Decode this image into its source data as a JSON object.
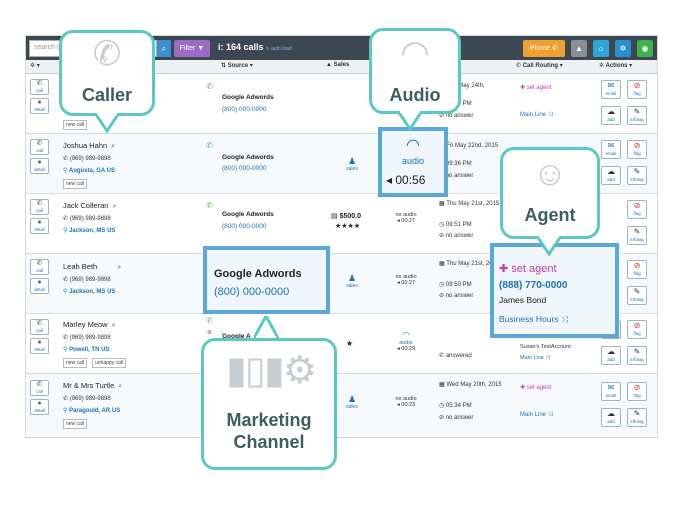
{
  "topbar": {
    "search_placeholder": "search c",
    "filter_label": "Filter",
    "call_count_prefix": "i:",
    "call_count": "164 calls",
    "auto_load": "auto load",
    "phone_label": "Phone"
  },
  "header": {
    "source": "Source",
    "sales": "Sales",
    "call_routing": "Call Routing",
    "actions": "Actions"
  },
  "labels": {
    "call": "call",
    "detail": "detail",
    "email": "email",
    "flag": "flag",
    "add": "add",
    "infolog": "infolog",
    "sales": "sales",
    "no_audio": "no audio",
    "audio": "audio"
  },
  "rows": [
    {
      "name": "",
      "phone": "",
      "location": "",
      "tags": [
        "new call"
      ],
      "source": "Google Adwords",
      "source_phone": "(800) 000-0000",
      "date": "Thu May 24th,",
      "time": "01:43 PM",
      "status": "no answer",
      "routing": "set agent",
      "routing_line": "Main Line"
    },
    {
      "name": "Joshua Hahn",
      "phone": "(969) 989-9898",
      "location": "Augusta, GA US",
      "tags": [
        "new call"
      ],
      "source": "Google Adwords",
      "source_phone": "(800) 000-0000",
      "date": "Fri May 22nd, 2015",
      "time": "09:36 PM",
      "status": "no answer"
    },
    {
      "name": "Jack Colleran",
      "phone": "(969) 989-9898",
      "location": "Jackson, MS US",
      "tags": [],
      "source": "Google Adwords",
      "source_phone": "(800) 000-0000",
      "sales_amount": "$500.0",
      "stars": "★★★★",
      "duration": "00:27",
      "date": "Thu May 21st, 2015",
      "time": "09:51 PM",
      "status": "no answer"
    },
    {
      "name": "Leah Beth",
      "phone": "(969) 989-9898",
      "location": "Jackson, MS US",
      "tags": [],
      "duration": "00:27",
      "date": "Thu May 21st, 2015",
      "time": "09:50 PM",
      "status": "no answer"
    },
    {
      "name": "Marley Meow",
      "phone": "(969) 989-9898",
      "location": "Powell, TN US",
      "tags": [
        "new call",
        "unhappy call"
      ],
      "source": "Google A",
      "stars": "★",
      "duration": "00:29",
      "status": "answered",
      "routing": "Susan's TestAccount",
      "routing_line": "Main Line"
    },
    {
      "name": "Mr & Mrs Turtle",
      "phone": "(969) 989-9898",
      "location": "Paragould, AR US",
      "tags": [
        "new call"
      ],
      "duration": "00:23",
      "date": "Wed May 20th, 2015",
      "time": "05:34 PM",
      "status": "no answer",
      "routing": "set agent",
      "routing_line": "Main Line"
    }
  ],
  "callouts": {
    "caller": "Caller",
    "audio": "Audio",
    "agent": "Agent",
    "marketing": "Marketing Channel"
  },
  "zoom_audio": {
    "label": "audio",
    "duration": "00:56"
  },
  "zoom_source": {
    "source": "Google Adwords",
    "phone": "(800) 000-0000"
  },
  "zoom_agent": {
    "set_agent": "set agent",
    "phone": "(888) 770-0000",
    "name": "James Bond",
    "line": "Business Hours"
  },
  "colors": {
    "callout_border": "#5cc8c4",
    "zoom_border": "#5aa7d9",
    "topbar": "#3d4752"
  }
}
